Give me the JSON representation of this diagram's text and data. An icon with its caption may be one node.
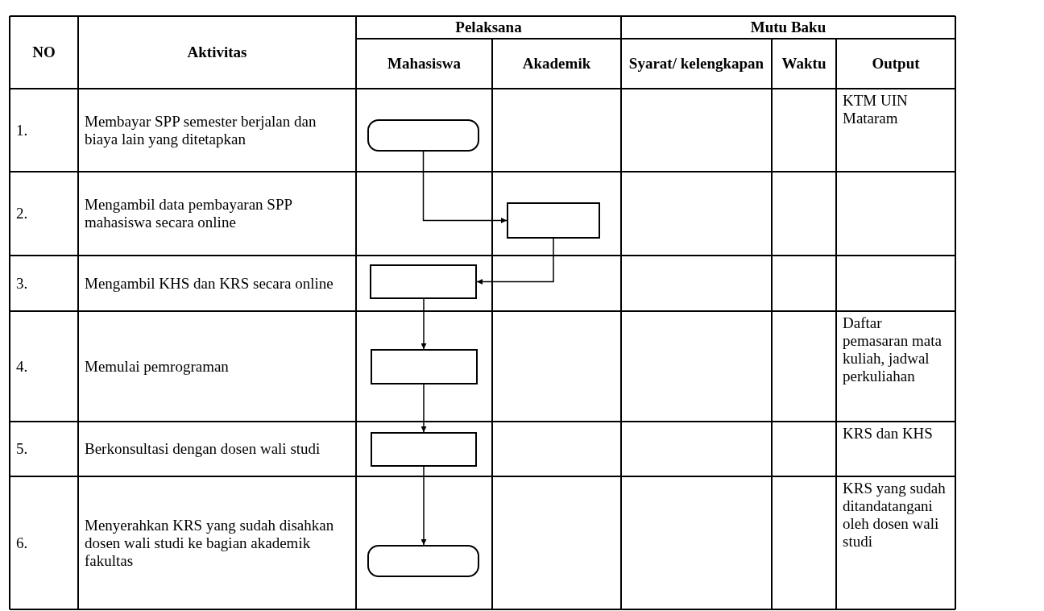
{
  "diagram": {
    "nodes": [
      {
        "text": [],
        "shape": "pill"
      },
      {
        "text": [],
        "shape": "box"
      },
      {
        "text": [],
        "shape": "box"
      },
      {
        "text": [],
        "shape": "box"
      },
      {
        "text": [],
        "shape": "box"
      },
      {
        "text": [],
        "shape": "pill"
      }
    ],
    "edges": [
      {
        "from": 0,
        "to": 1,
        "arrow": "to"
      },
      {
        "from": 1,
        "to": 2,
        "arrow": "to"
      },
      {
        "from": 2,
        "to": 3,
        "arrow": "to"
      },
      {
        "from": 3,
        "to": 4,
        "arrow": "to"
      },
      {
        "from": 4,
        "to": 5,
        "arrow": "to"
      }
    ],
    "labels": [
      "NO",
      "Aktivitas",
      "Pelaksana",
      "Mutu Baku",
      "Mahasiswa",
      "Akademik",
      "Syarat/ kelengkapan",
      "Waktu",
      "Output",
      "1.",
      "Membayar SPP semester berjalan dan biaya lain yang ditetapkan",
      "KTM UIN Mataram",
      "2.",
      "Mengambil data pembayaran SPP mahasiswa secara online",
      "3.",
      "Mengambil KHS dan KRS secara online",
      "4.",
      "Memulai pemrograman",
      "Daftar pemasaran mata kuliah, jadwal perkuliahan",
      "5.",
      "Berkonsultasi dengan dosen wali studi",
      "KRS dan KHS",
      "6.",
      "Menyerahkan KRS yang sudah disahkan dosen wali studi ke bagian akademik fakultas",
      "KRS yang sudah ditandatangani oleh dosen wali studi"
    ]
  }
}
